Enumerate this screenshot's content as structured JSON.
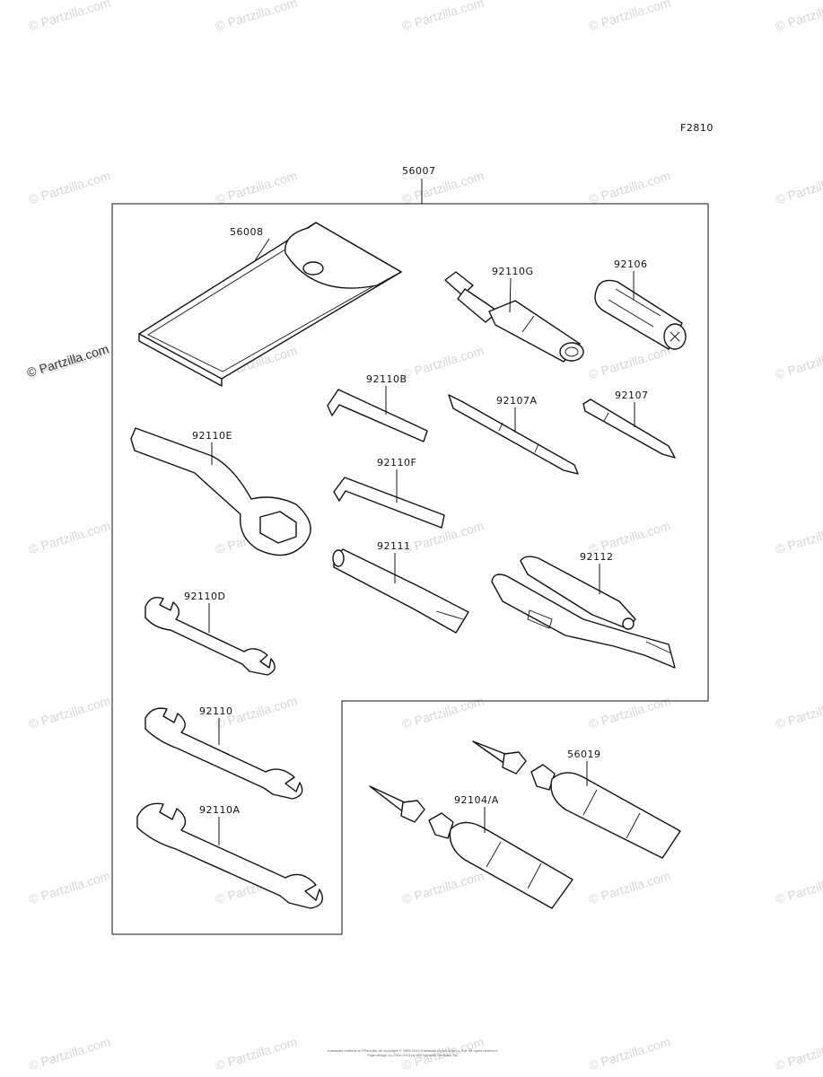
{
  "figure_code": "F2810",
  "assembly_label": "56007",
  "parts": {
    "p56008": "56008",
    "p92110G": "92110G",
    "p92106": "92106",
    "p92110B": "92110B",
    "p92107A": "92107A",
    "p92107": "92107",
    "p92110E": "92110E",
    "p92110F": "92110F",
    "p92111": "92111",
    "p92112": "92112",
    "p92110D": "92110D",
    "p92110": "92110",
    "p92110A": "92110A",
    "p56019": "56019",
    "p92104A": "92104/A"
  },
  "watermark_text": "© Partzilla.com",
  "footer": {
    "line1": "Kawasaki material is ©Partzilla. All copyright © 1995-2013 Kawasaki Motor Corp. U.S.A. All rights reserved.",
    "line2": "Page design (c) 2002-2013 by ARI Network Services, Inc."
  }
}
